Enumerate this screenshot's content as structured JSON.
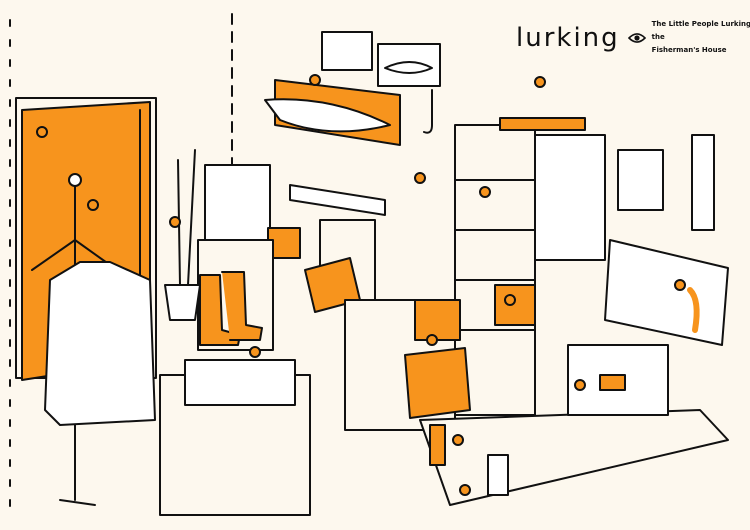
{
  "logo": {
    "word": "lurking",
    "tagline_line1": "The Little People Lurking in the",
    "tagline_line2": "Fisherman's House",
    "icon": "eye-icon"
  },
  "colors": {
    "background": "#fdf8ee",
    "accent": "#f7941d",
    "ink": "#111111"
  }
}
